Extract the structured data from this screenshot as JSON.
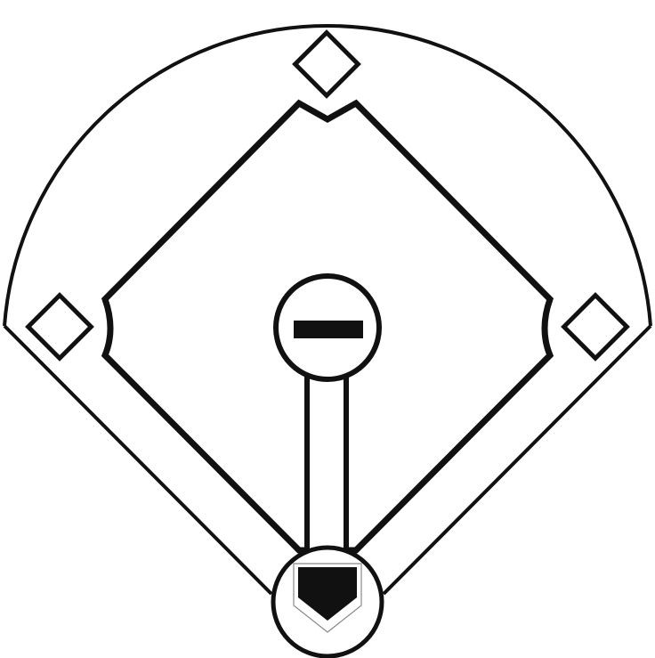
{
  "diagram": {
    "subject": "baseball-field",
    "colors": {
      "line": "#111111",
      "fill": "#ffffff"
    },
    "elements": [
      "outfield-fence",
      "foul-line-left",
      "foul-line-right",
      "infield-dirt",
      "pitchers-mound",
      "pitching-rubber",
      "mound-path",
      "home-plate-circle",
      "home-plate",
      "first-base",
      "second-base",
      "third-base"
    ]
  }
}
